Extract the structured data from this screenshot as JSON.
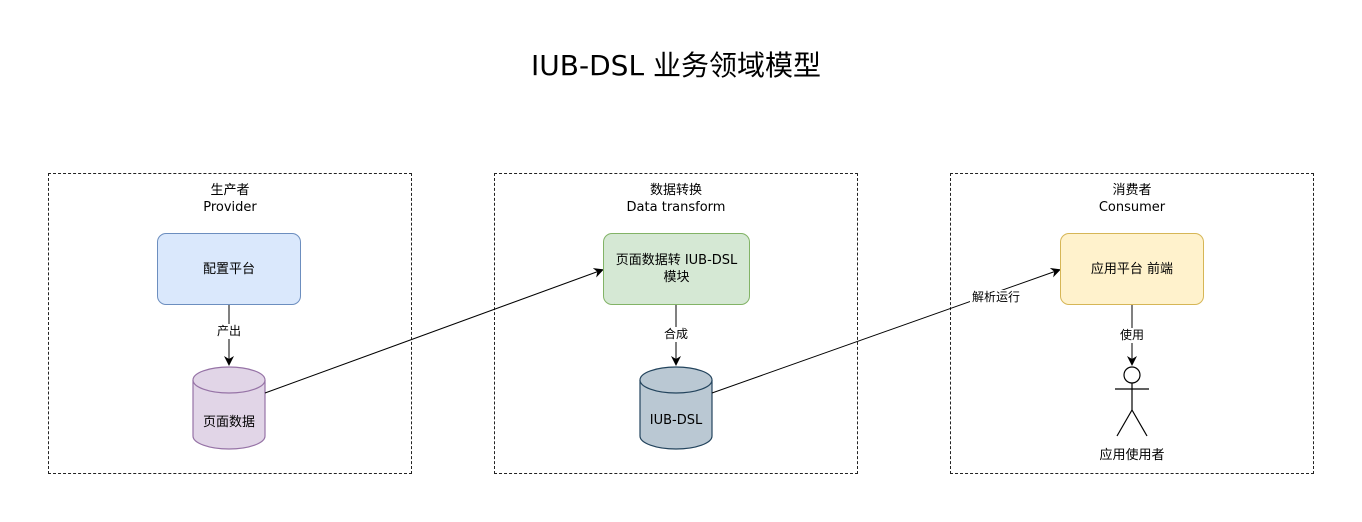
{
  "title": "IUB-DSL 业务领域模型",
  "groups": [
    {
      "title_cn": "生产者",
      "title_en": "Provider"
    },
    {
      "title_cn": "数据转换",
      "title_en": "Data transform"
    },
    {
      "title_cn": "消费者",
      "title_en": "Consumer"
    }
  ],
  "nodes": {
    "config_platform": {
      "label": "配置平台",
      "color": "#dae8fc",
      "border": "#6c8ebf"
    },
    "page_data": {
      "label": "页面数据",
      "color": "#e1d5e7",
      "border": "#9673a6"
    },
    "converter_module": {
      "label": "页面数据转 IUB-DSL 模块",
      "color": "#d5e8d4",
      "border": "#82b366"
    },
    "iub_dsl": {
      "label": "IUB-DSL",
      "color": "#bac8d3",
      "border": "#23445d"
    },
    "app_frontend": {
      "label": "应用平台 前端",
      "color": "#fff2cc",
      "border": "#d6b656"
    },
    "app_user": {
      "label": "应用使用者"
    }
  },
  "edges": {
    "produce": "产出",
    "compose": "合成",
    "parse_run": "解析运行",
    "use": "使用"
  }
}
